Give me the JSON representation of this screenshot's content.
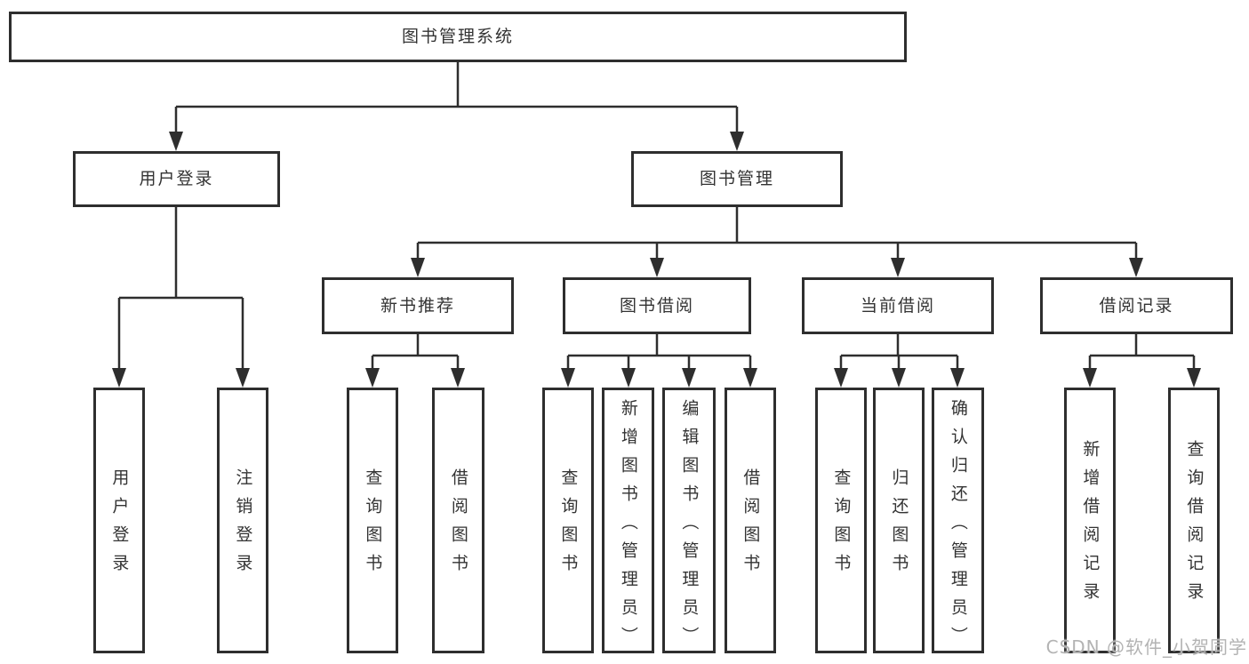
{
  "watermark": {
    "text": "CSDN @软件_小贺同学"
  },
  "colors": {
    "line": "#2e2e2e",
    "box_border": "#2e2e2e",
    "text": "#333333",
    "background": "#ffffff",
    "watermark": "#b3b3b3"
  },
  "tree": {
    "label": "图书管理系统",
    "children": [
      {
        "label": "用户登录",
        "children": [
          {
            "label": "用户登录"
          },
          {
            "label": "注销登录"
          }
        ]
      },
      {
        "label": "图书管理",
        "children": [
          {
            "label": "新书推荐",
            "children": [
              {
                "label": "查询图书"
              },
              {
                "label": "借阅图书"
              }
            ]
          },
          {
            "label": "图书借阅",
            "children": [
              {
                "label": "查询图书"
              },
              {
                "label": "新增图书（管理员）"
              },
              {
                "label": "编辑图书（管理员）"
              },
              {
                "label": "借阅图书"
              }
            ]
          },
          {
            "label": "当前借阅",
            "children": [
              {
                "label": "查询图书"
              },
              {
                "label": "归还图书"
              },
              {
                "label": "确认归还（管理员）"
              }
            ]
          },
          {
            "label": "借阅记录",
            "children": [
              {
                "label": "新增借阅记录"
              },
              {
                "label": "查询借阅记录"
              }
            ]
          }
        ]
      }
    ]
  }
}
